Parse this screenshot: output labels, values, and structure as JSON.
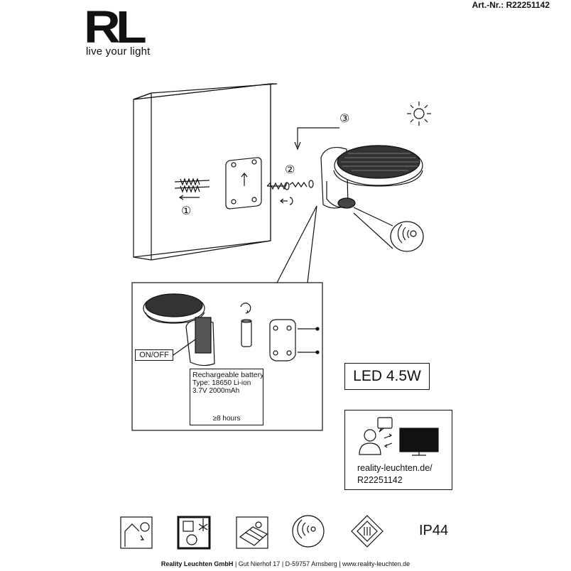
{
  "brand": {
    "logo_text": "RL",
    "tagline": "live your light"
  },
  "article": {
    "label": "Art.-Nr.: R22251142"
  },
  "steps": {
    "one": "①",
    "two": "②",
    "three": "③"
  },
  "detail": {
    "switch_label": "ON/OFF",
    "battery_title": "Rechargeable battery",
    "battery_type": "Type: 18650 Li-ion",
    "battery_spec": "3.7V 2000mAh",
    "runtime": "≥8 hours"
  },
  "specs": {
    "power": "LED 4.5W",
    "ip_rating": "IP44"
  },
  "qr": {
    "url_line1": "reality-leuchten.de/",
    "url_line2": "R22251142"
  },
  "footer": {
    "company": "Reality Leuchten GmbH",
    "address": "| Gut Nierhof 17 | D-59757 Arnsberg | www.reality-leuchten.de"
  },
  "icons": [
    "indoor-outdoor-icon",
    "no-dimmer-icon",
    "solar-panel-icon",
    "motion-sensor-icon",
    "protection-class-icon",
    "ip-rating-icon"
  ]
}
